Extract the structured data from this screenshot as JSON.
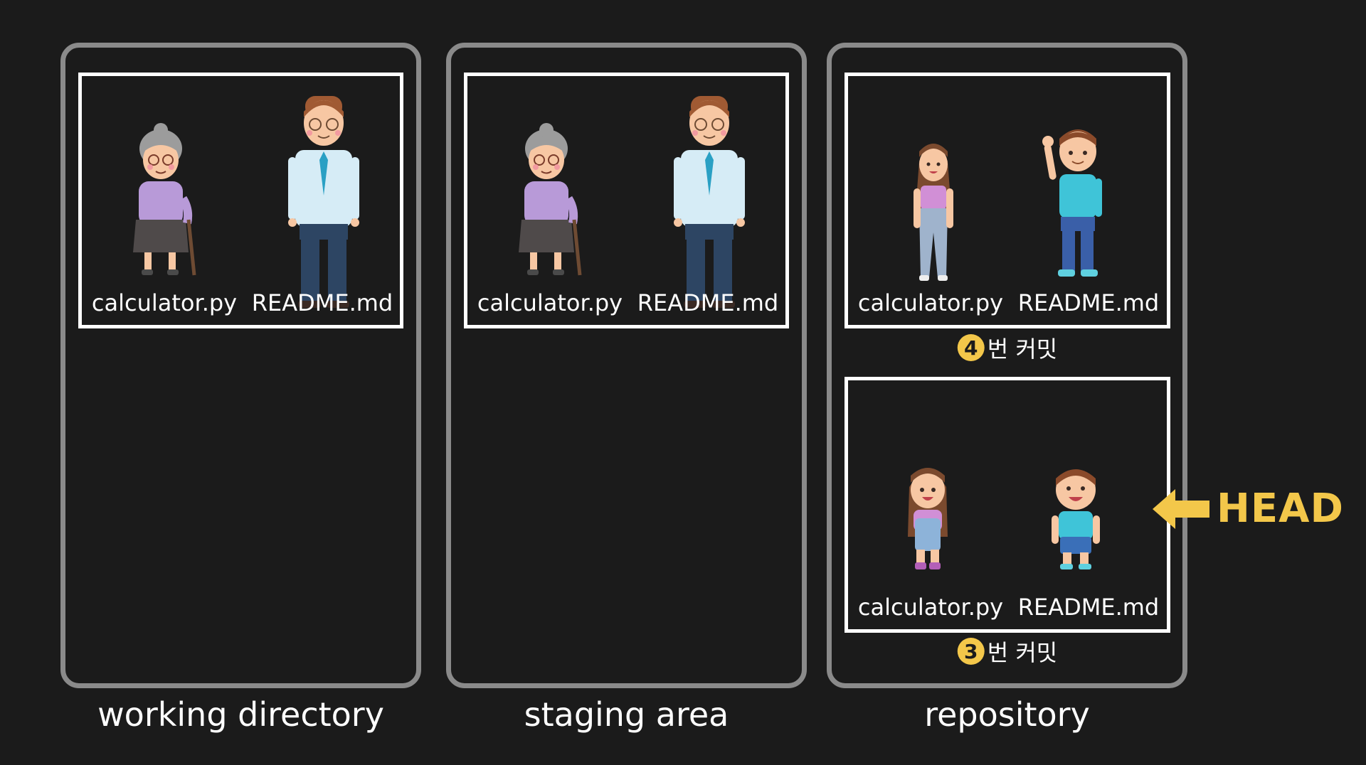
{
  "areas": {
    "working": {
      "label": "working directory",
      "files": [
        "calculator.py",
        "README.md"
      ]
    },
    "staging": {
      "label": "staging area",
      "files": [
        "calculator.py",
        "README.md"
      ]
    },
    "repository": {
      "label": "repository",
      "commits": [
        {
          "badge": "4",
          "label": "번 커밋",
          "files": [
            "calculator.py",
            "README.md"
          ]
        },
        {
          "badge": "3",
          "label": "번 커밋",
          "files": [
            "calculator.py",
            "README.md"
          ]
        }
      ]
    }
  },
  "head": {
    "label": "HEAD",
    "color": "#f3c74a"
  },
  "icons": [
    "grandma-figure",
    "grandpa-figure",
    "woman-figure",
    "man-figure",
    "girl-figure",
    "boy-figure",
    "arrow-left-icon"
  ]
}
